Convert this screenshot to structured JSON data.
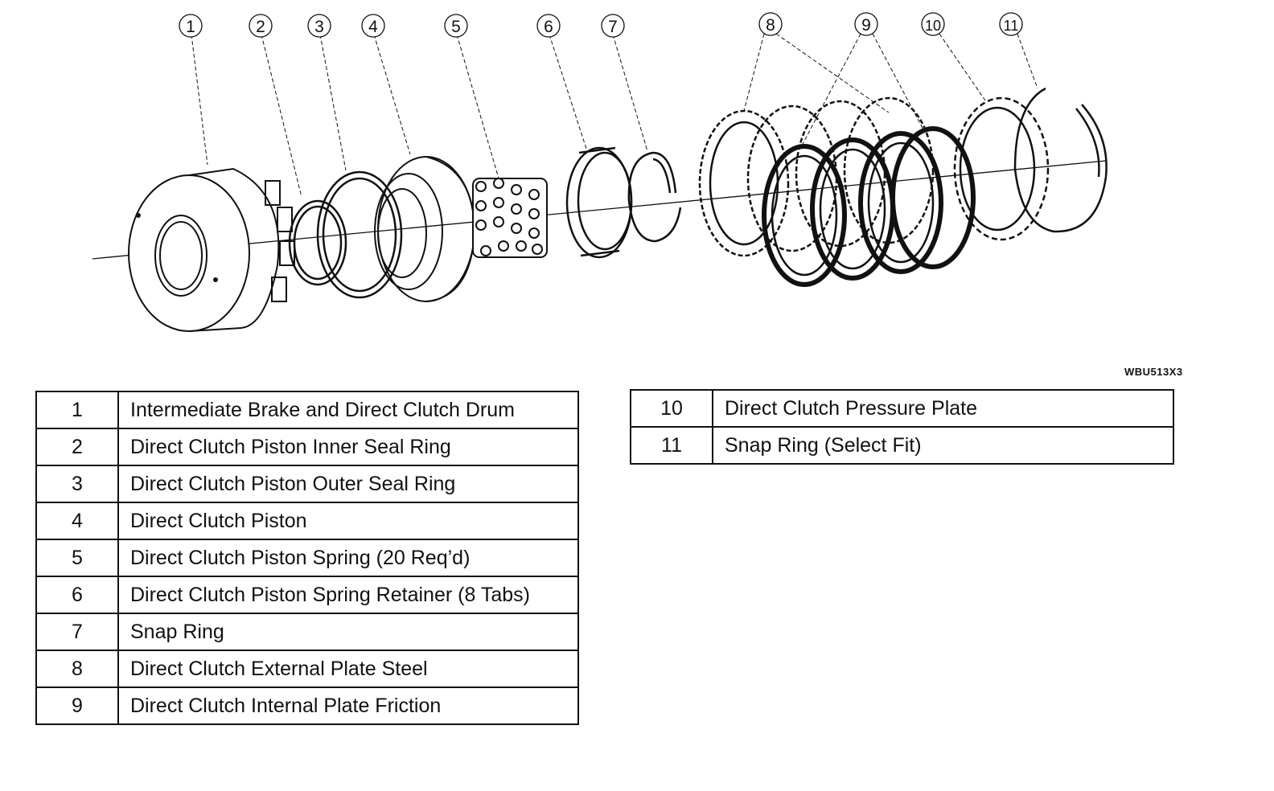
{
  "callouts": [
    "1",
    "2",
    "3",
    "4",
    "5",
    "6",
    "7",
    "8",
    "9",
    "10",
    "11"
  ],
  "figure_code": "WBU513X3",
  "legend_left": [
    {
      "num": "1",
      "desc": "Intermediate Brake and Direct Clutch Drum"
    },
    {
      "num": "2",
      "desc": "Direct Clutch Piston Inner Seal Ring"
    },
    {
      "num": "3",
      "desc": "Direct Clutch Piston Outer Seal Ring"
    },
    {
      "num": "4",
      "desc": "Direct Clutch Piston"
    },
    {
      "num": "5",
      "desc": "Direct Clutch Piston Spring (20 Req’d)"
    },
    {
      "num": "6",
      "desc": "Direct Clutch Piston Spring Retainer (8 Tabs)"
    },
    {
      "num": "7",
      "desc": "Snap Ring"
    },
    {
      "num": "8",
      "desc": "Direct Clutch External Plate Steel"
    },
    {
      "num": "9",
      "desc": "Direct Clutch Internal Plate Friction"
    }
  ],
  "legend_right": [
    {
      "num": "10",
      "desc": "Direct Clutch Pressure Plate"
    },
    {
      "num": "11",
      "desc": "Snap Ring (Select Fit)"
    }
  ]
}
